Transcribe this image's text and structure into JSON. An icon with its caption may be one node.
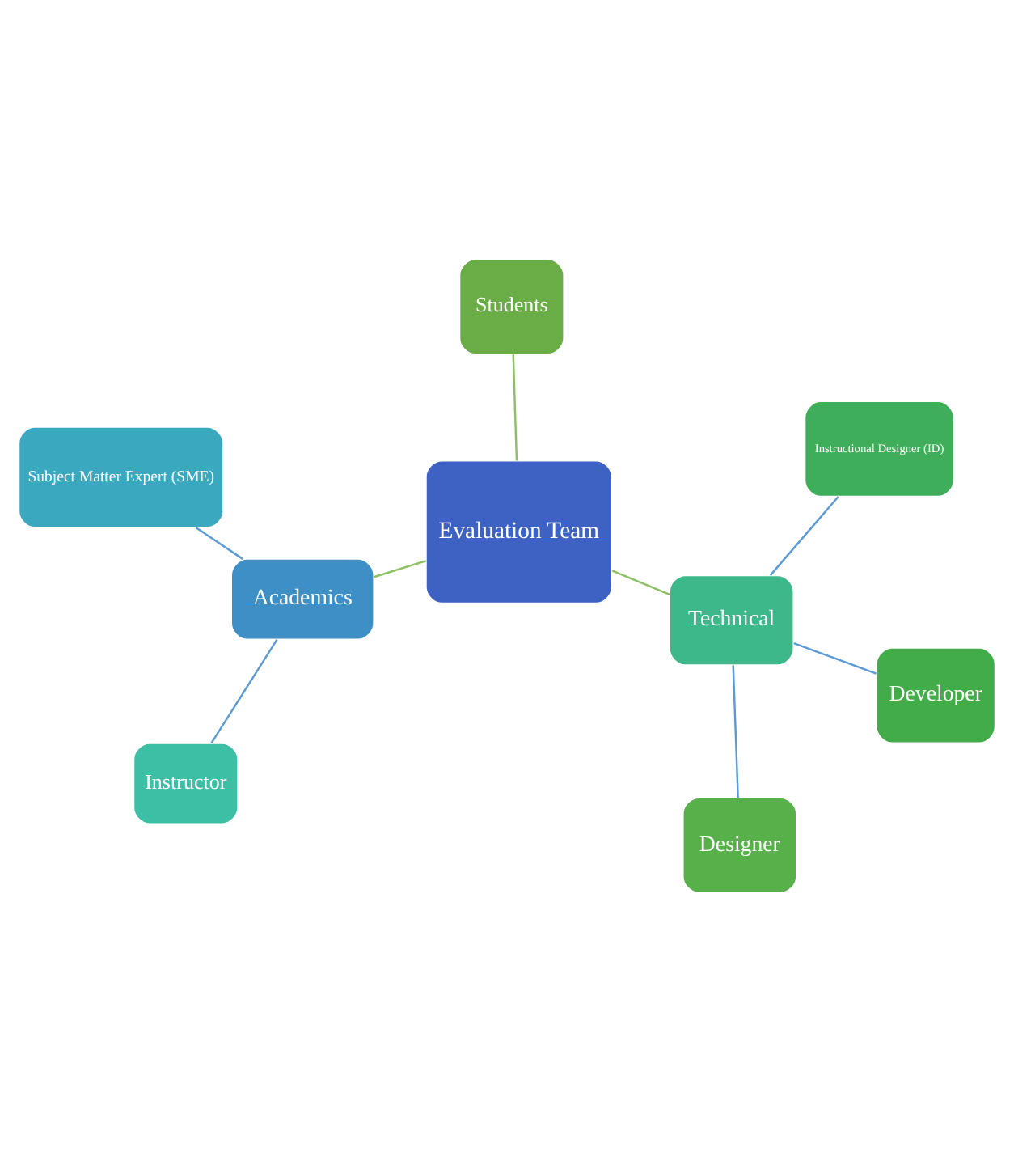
{
  "diagram": {
    "nodes": [
      {
        "text": [
          "Subject Matter Expert (SME)"
        ]
      },
      {
        "text": [
          "Instructor"
        ]
      },
      {
        "text": [
          "Academics"
        ]
      },
      {
        "text": [
          "Evaluation Team"
        ]
      },
      {
        "text": [
          "Instructional Designer (ID)"
        ]
      },
      {
        "text": [
          "Students"
        ]
      },
      {
        "text": [
          "Technical"
        ]
      },
      {
        "text": [
          "Developer"
        ]
      },
      {
        "text": [
          "Designer"
        ]
      }
    ],
    "edges": [
      {
        "from": 2,
        "to": 0,
        "arrow": "none"
      },
      {
        "from": 2,
        "to": 1,
        "arrow": "none"
      },
      {
        "from": 3,
        "to": 2,
        "arrow": "none",
        "color": "#8cc063"
      },
      {
        "from": 3,
        "to": 5,
        "arrow": "none",
        "color": "#8cc063"
      },
      {
        "from": 3,
        "to": 6,
        "arrow": "none",
        "color": "#8cc063"
      },
      {
        "from": 6,
        "to": 4,
        "arrow": "none"
      },
      {
        "from": 6,
        "to": 7,
        "arrow": "none"
      },
      {
        "from": 6,
        "to": 8,
        "arrow": "none"
      }
    ]
  }
}
